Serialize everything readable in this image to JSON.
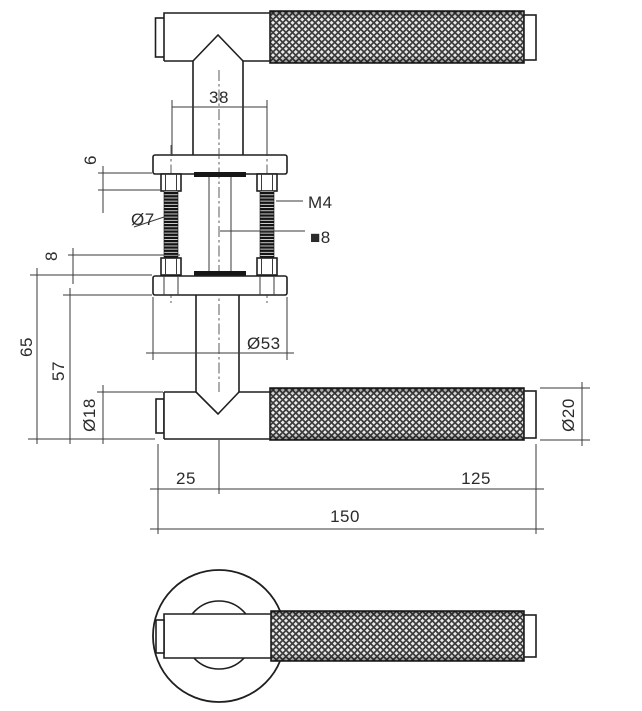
{
  "drawing": {
    "type": "technical-drawing",
    "subject": "door lever handle with knurled grip on round rose, section and front views",
    "colors": {
      "line": "#1f1f1f",
      "dimension_line": "#3a3a3a",
      "background": "#ffffff"
    },
    "dimensions": {
      "screw_spacing": "38",
      "rose_thickness": "6",
      "screw_diameter": "Ø7",
      "screw_thread": "M4",
      "spindle_square": "■8",
      "nut_clearance": "8",
      "height_total": "65",
      "height_lever": "57",
      "rose_diameter": "Ø53",
      "lever_neck_diameter": "Ø18",
      "grip_diameter": "Ø20",
      "center_offset": "25",
      "grip_length": "125",
      "lever_length": "150"
    }
  }
}
